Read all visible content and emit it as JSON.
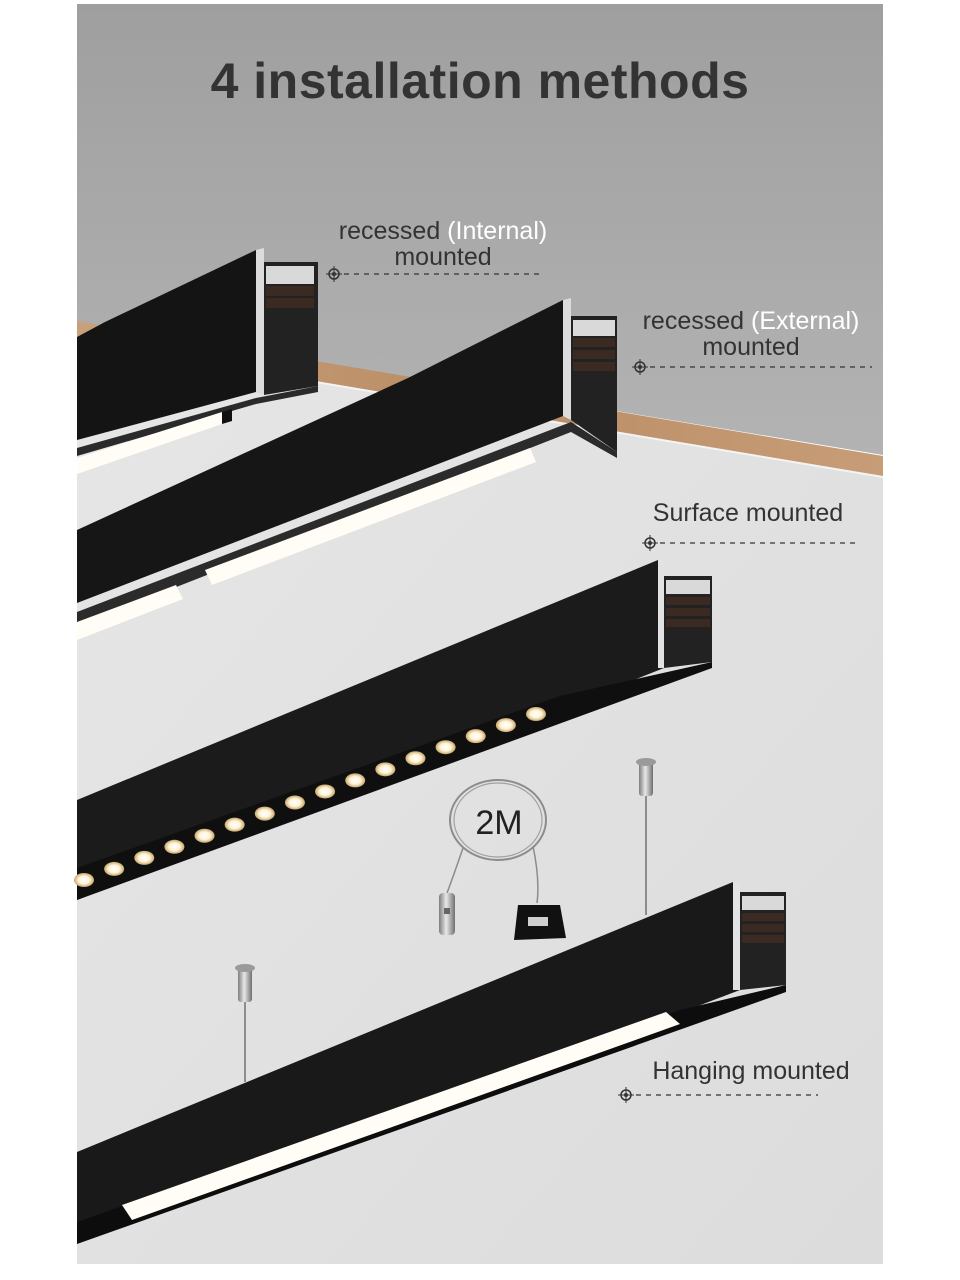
{
  "title": "4 installation methods",
  "methods": {
    "internal": {
      "prefix": "recessed ",
      "highlight": "(Internal)",
      "line2": "mounted"
    },
    "external": {
      "prefix": "recessed ",
      "highlight": "(External)",
      "line2": "mounted"
    },
    "surface": {
      "text": "Surface mounted"
    },
    "hanging": {
      "text": "Hanging mounted"
    }
  },
  "cable_length": "2M",
  "colors": {
    "ceiling": "#a7a7a7",
    "wall": "#e2e2e2",
    "wood": "#c49a72",
    "profile": "#1c1c1c",
    "light": "#fffdf6",
    "text": "#333333"
  }
}
